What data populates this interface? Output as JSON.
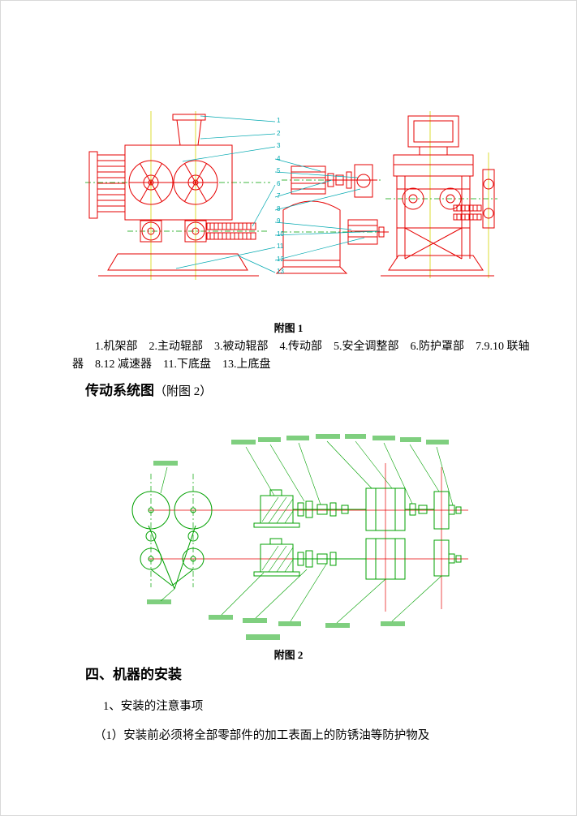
{
  "colors": {
    "red": "#e60000",
    "green": "#00a000",
    "yellow": "#d4d400",
    "cyan": "#00a8b0",
    "text": "#000000"
  },
  "figure1": {
    "caption": "附图 1",
    "callouts": [
      "1",
      "2",
      "3",
      "4",
      "5",
      "6",
      "7",
      "8",
      "9",
      "10",
      "11",
      "12",
      "13"
    ]
  },
  "parts_list": {
    "line1": "1.机架部　2.主动辊部　3.被动辊部　4.传动部　5.安全调整部　6.防护罩部　7.9.10 联轴",
    "line2": "器　8.12 减速器　11.下底盘　13.上底盘"
  },
  "section_drive": {
    "title": "传动系统图",
    "title_suffix": "（附图 2）"
  },
  "figure2": {
    "caption": "附图 2"
  },
  "section_install": {
    "heading": "四、机器的安装",
    "item1": "1、安装的注意事项",
    "para1": "（1）安装前必须将全部零部件的加工表面上的防锈油等防护物及"
  }
}
